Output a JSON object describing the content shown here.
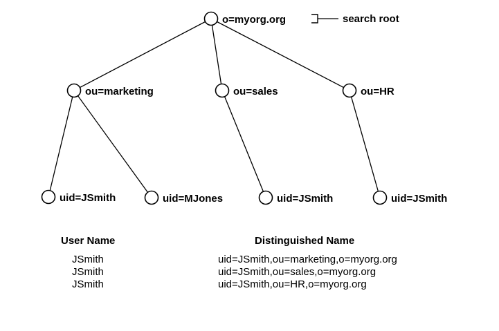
{
  "diagram": {
    "root": {
      "label": "o=myorg.org",
      "annotation": "search root"
    },
    "level2": [
      {
        "label": "ou=marketing"
      },
      {
        "label": "ou=sales"
      },
      {
        "label": "ou=HR"
      }
    ],
    "level3": [
      {
        "label": "uid=JSmith"
      },
      {
        "label": "uid=MJones"
      },
      {
        "label": "uid=JSmith"
      },
      {
        "label": "uid=JSmith"
      }
    ],
    "line_color": "#000000",
    "node_fill": "#ffffff"
  },
  "table": {
    "headers": [
      "User Name",
      "Distinguished Name"
    ],
    "rows": [
      {
        "user": "JSmith",
        "dn": "uid=JSmith,ou=marketing,o=myorg.org"
      },
      {
        "user": "JSmith",
        "dn": "uid=JSmith,ou=sales,o=myorg.org"
      },
      {
        "user": "JSmith",
        "dn": "uid=JSmith,ou=HR,o=myorg.org"
      }
    ]
  }
}
